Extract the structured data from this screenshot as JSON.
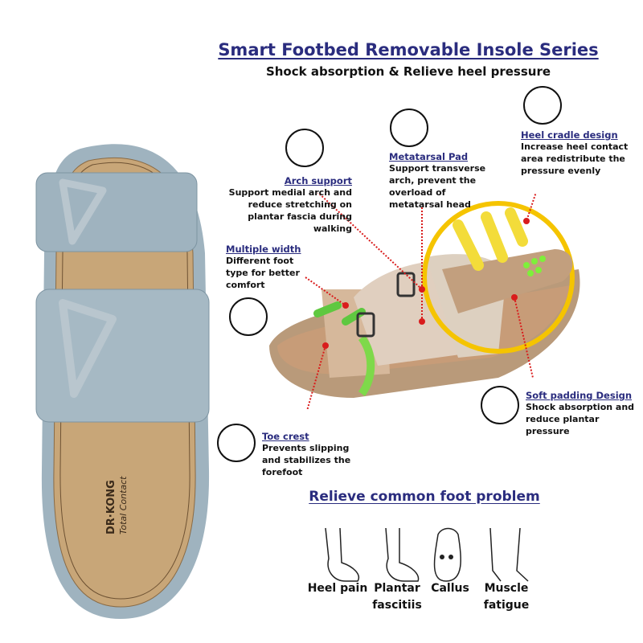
{
  "header": {
    "title": "Smart Footbed Removable Insole Series",
    "subtitle": "Shock absorption & Relieve heel pressure"
  },
  "brand": {
    "name": "DR·KONG",
    "tagline": "Total Contact"
  },
  "callouts": [
    {
      "title": "Arch support",
      "text": "Support medial arch and reduce stretching on plantar fascia during walking",
      "icon": "arch-foot-icon"
    },
    {
      "title": "Metatarsal Pad",
      "text": "Support transverse arch, prevent the overload of metatarsal head",
      "icon": "metatarsal-foot-icon"
    },
    {
      "title": "Heel cradle design",
      "text": "Increase heel contact area redistribute the pressure evenly",
      "icon": "heel-foot-icon"
    },
    {
      "title": "Multiple width",
      "text": "Different foot type for better comfort",
      "icon": "width-foot-icon"
    },
    {
      "title": "Soft padding Design",
      "text": "Shock absorption and reduce plantar pressure",
      "icon": "insole-icon"
    },
    {
      "title": "Toe crest",
      "text": "Prevents slipping and stabilizes the forefoot",
      "icon": "toe-foot-icon"
    }
  ],
  "problems": {
    "title": "Relieve common foot problem",
    "items": [
      {
        "label": "Heel pain",
        "icon": "heel-pain-icon"
      },
      {
        "label": "Plantar fascitiis",
        "icon": "plantar-fasciitis-icon"
      },
      {
        "label": "Callus",
        "icon": "callus-icon"
      },
      {
        "label": "Muscle fatigue",
        "icon": "muscle-fatigue-icon"
      }
    ]
  },
  "colors": {
    "heading": "#2a2c7e",
    "leader": "#d91c1c",
    "strap": "#9fb3bf",
    "footbed": "#c8a678"
  }
}
